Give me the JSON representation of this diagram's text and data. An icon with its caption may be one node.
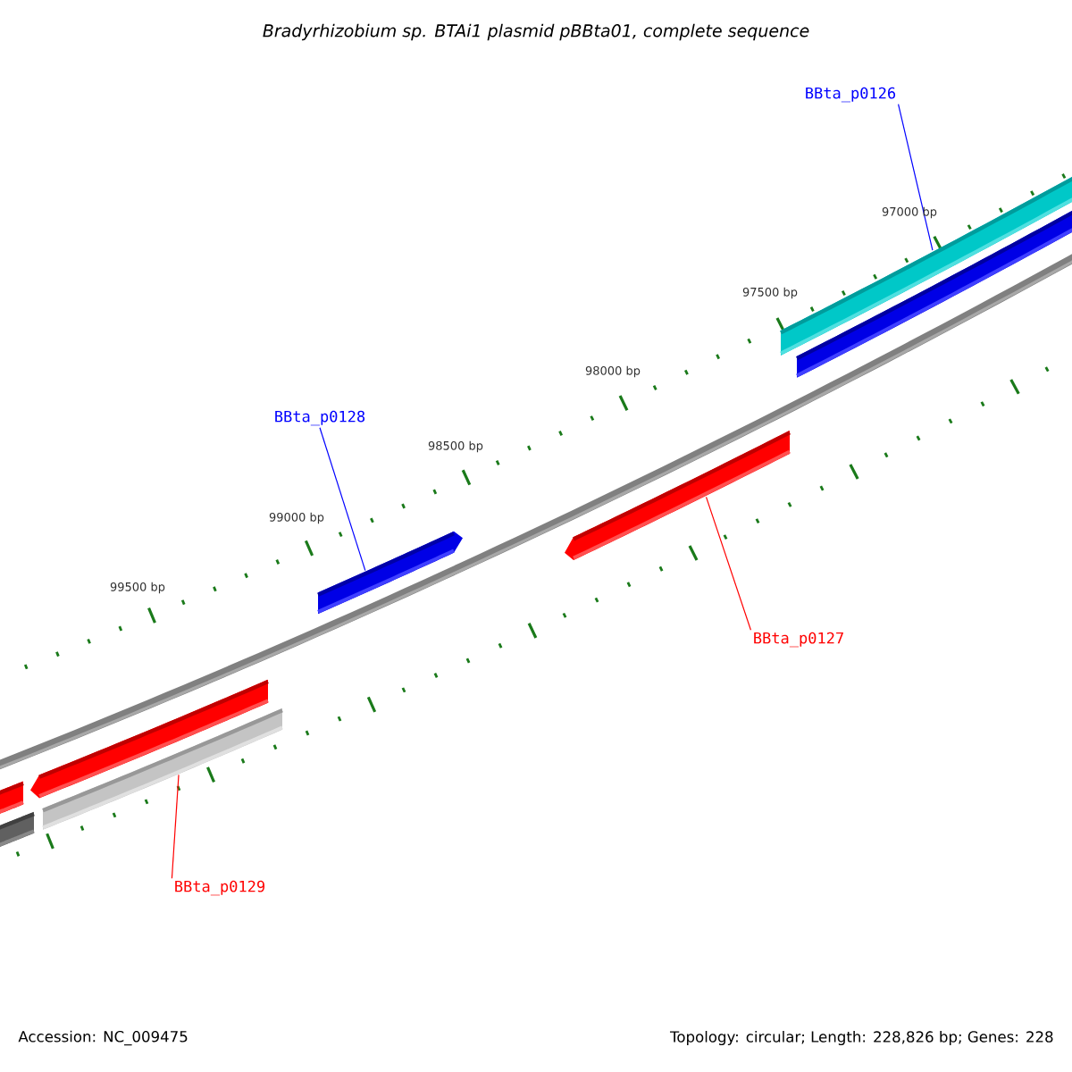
{
  "diagram": {
    "title": "Bradyrhizobium sp. BTAi1 plasmid pBBta01, complete sequence",
    "nodes": [
      {
        "text": [
          "BBta_p0126"
        ]
      },
      {
        "text": [
          "BBta_p0128"
        ]
      },
      {
        "text": [
          "BBta_p0127"
        ]
      },
      {
        "text": [
          "BBta_p0129"
        ]
      },
      {
        "text": [],
        "shape": "bar"
      },
      {
        "text": [],
        "shape": "bar"
      },
      {
        "text": [],
        "shape": "bar"
      },
      {
        "text": [],
        "shape": "bar"
      }
    ],
    "edges": [
      {
        "from": 0,
        "to": 4,
        "arrow": "none",
        "color": "#0000ff"
      },
      {
        "from": 1,
        "to": 5,
        "arrow": "none",
        "color": "#0000ff"
      },
      {
        "from": 2,
        "to": 6,
        "arrow": "none",
        "color": "#ff0000"
      },
      {
        "from": 3,
        "to": 7,
        "arrow": "none",
        "color": "#ff0000"
      }
    ],
    "labels": [
      "97000 bp",
      "97500 bp",
      "98000 bp",
      "98500 bp",
      "99000 bp",
      "99500 bp",
      "Accession: NC_009475",
      "Topology: circular; Length: 228,826 bp; Genes: 228"
    ]
  }
}
